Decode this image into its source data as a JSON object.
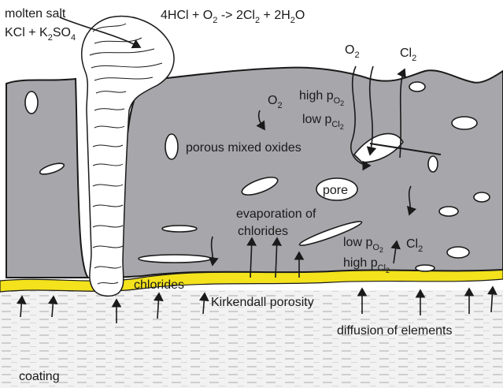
{
  "colors": {
    "oxide": "#a7a6ab",
    "chloride_band": "#f3e21c",
    "coating_bg": "#f2f2f2",
    "outline": "#1a1a1a",
    "pore": "#ffffff"
  },
  "labels": {
    "molten_salt": "molten salt",
    "salt_formula": {
      "prefix": "KCl + K",
      "sub1": "2",
      "mid": "SO",
      "sub2": "4"
    },
    "reaction": {
      "p1": "4HCl + O",
      "s1": "2",
      "p2": " -> 2Cl",
      "s2": "2",
      "p3": " + 2H",
      "s3": "2",
      "p4": "O"
    },
    "gas_o2_top": {
      "base": "O",
      "sub": "2"
    },
    "gas_cl2_top": {
      "base": "Cl",
      "sub": "2"
    },
    "gas_o2_inner": {
      "base": "O",
      "sub": "2"
    },
    "high_po2": {
      "base": "high p",
      "sub": "O",
      "subsub": "2"
    },
    "low_pcl2": {
      "base": "low p",
      "sub": "Cl",
      "subsub": "2"
    },
    "porous_mixed_oxides": "porous mixed oxides",
    "pore": "pore",
    "evaporation_1": "evaporation of",
    "evaporation_2": "chlorides",
    "low_po2_bottom": {
      "base": "low p",
      "sub": "O",
      "subsub": "2"
    },
    "cl2_bottom": {
      "base": "Cl",
      "sub": "2"
    },
    "high_pcl2_bottom": {
      "base": "high p",
      "sub": "Cl",
      "subsub": "2"
    },
    "chlorides": "chlorides",
    "kirkendall": "Kirkendall porosity",
    "diffusion": "diffusion of elements",
    "coating": "coating"
  }
}
